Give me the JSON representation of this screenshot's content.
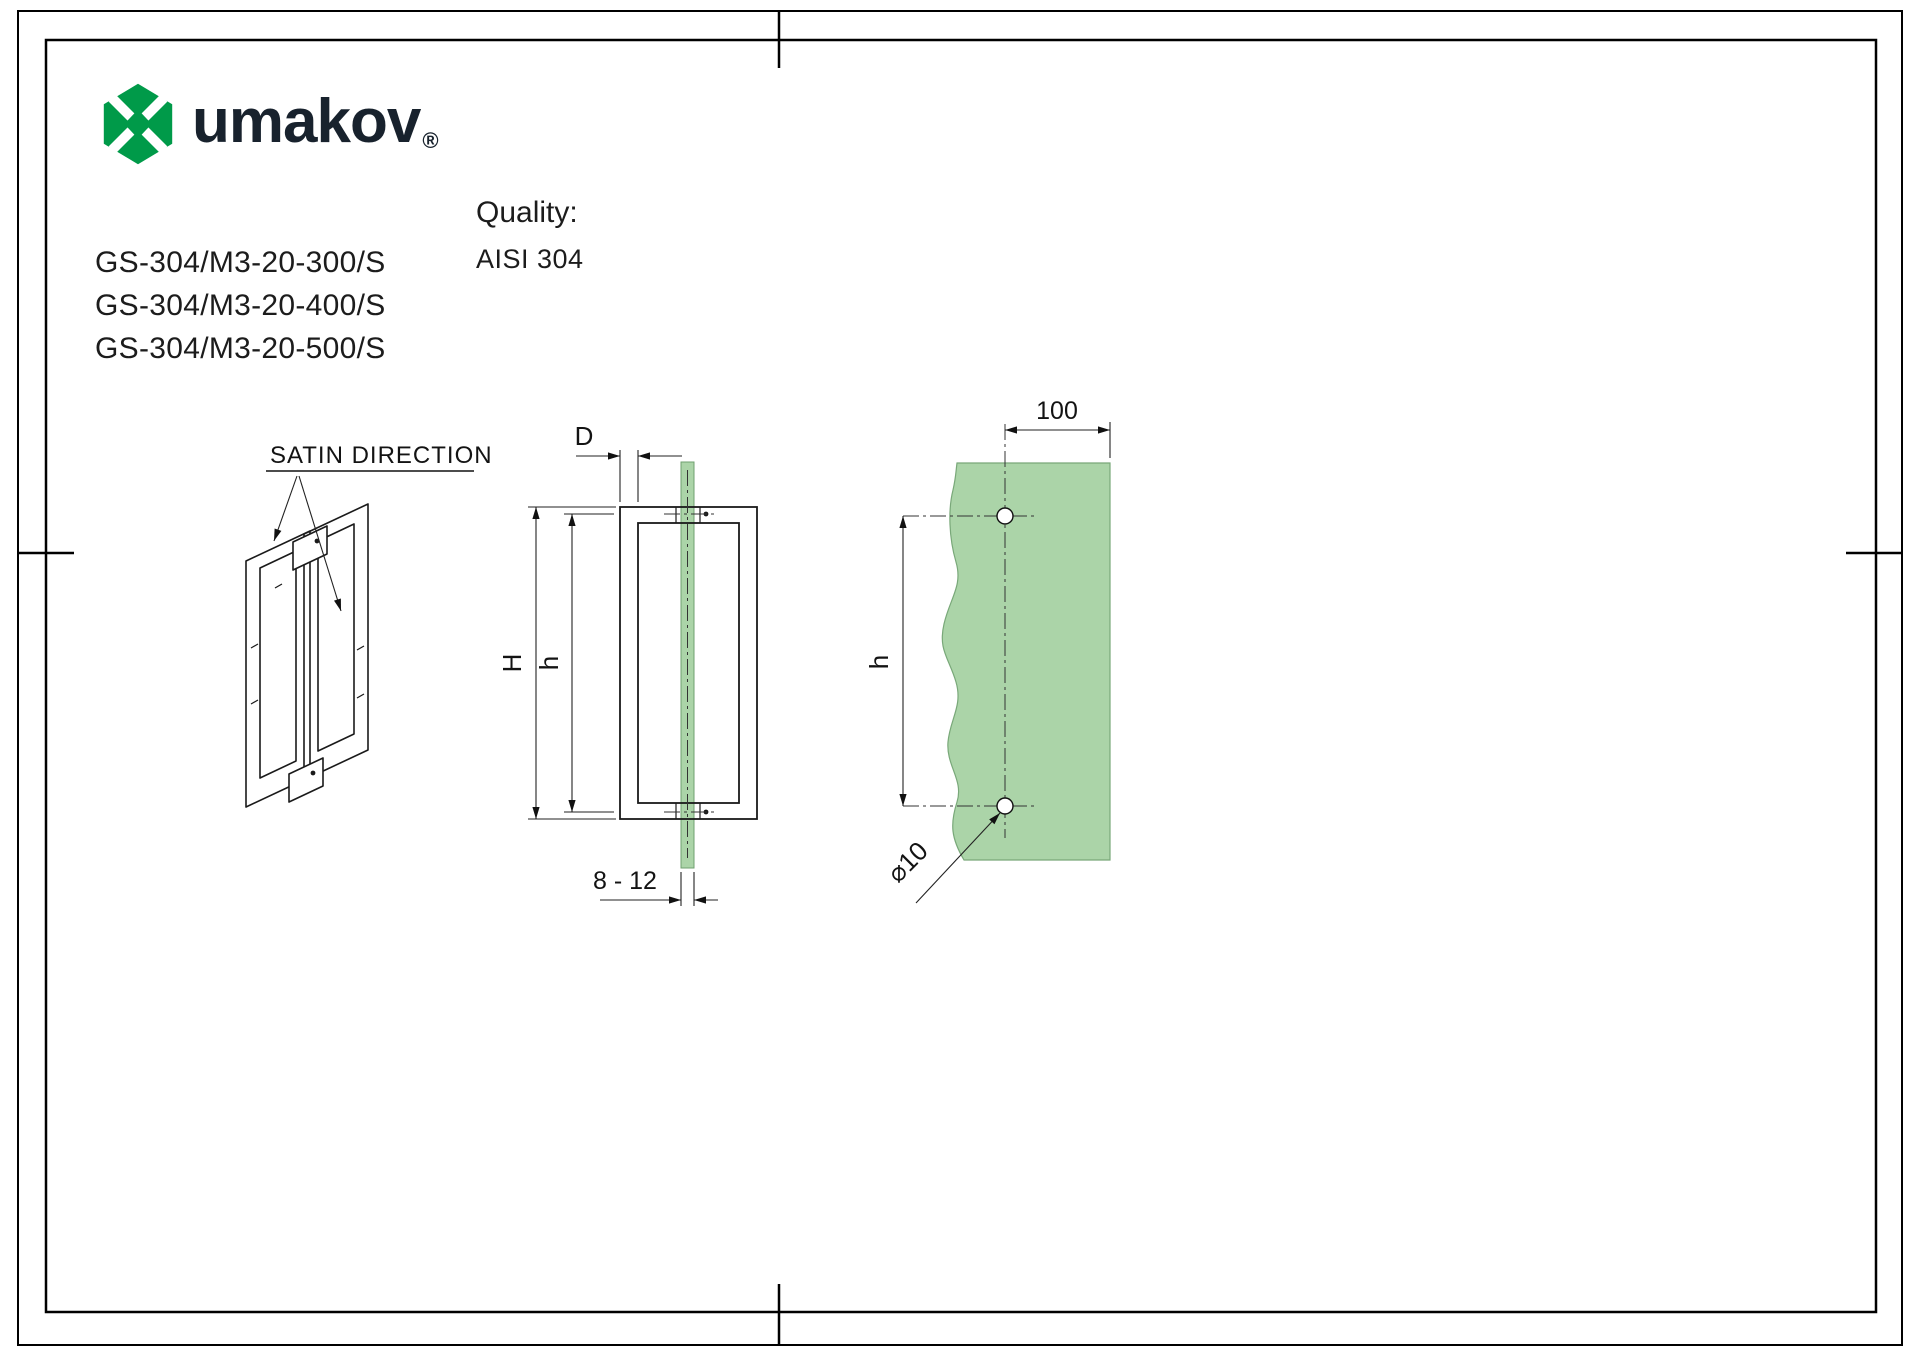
{
  "logo": {
    "brand": "umakov",
    "registered_mark": "®"
  },
  "product_codes": {
    "items": [
      "GS-304/M3-20-300/S",
      "GS-304/M3-20-400/S",
      "GS-304/M3-20-500/S"
    ]
  },
  "quality": {
    "label": "Quality:",
    "value": "AISI 304"
  },
  "annotations": {
    "satin_direction": "SATIN DIRECTION",
    "dim_d": "D",
    "dim_h_total": "H",
    "dim_h_holes_side": "h",
    "glass_thickness": "8 - 12",
    "hole_offset": "100",
    "dim_h_holes_front": "h",
    "hole_diameter": "⌀10"
  },
  "colors": {
    "logo_green": "#009a49",
    "glass_green": "#abd4a8",
    "line": "#1a1a1a",
    "wordmark": "#18222d"
  }
}
